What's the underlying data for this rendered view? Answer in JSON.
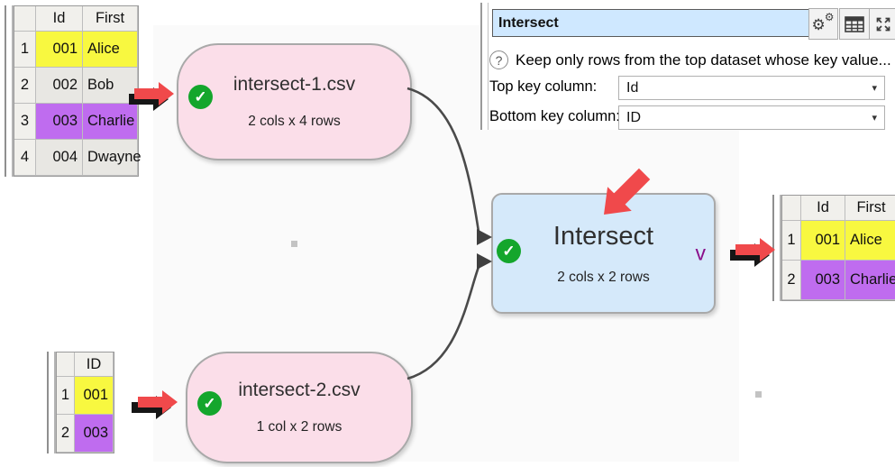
{
  "panel": {
    "title_value": "Intersect",
    "help_text": "Keep only rows from the top dataset whose key value...",
    "help_glyph": "?",
    "top_key_label": "Top key column:",
    "top_key_value": "Id",
    "bottom_key_label": "Bottom key column:",
    "bottom_key_value": "ID",
    "caret": "▾"
  },
  "nodes": {
    "source1": {
      "title": "intersect-1.csv",
      "subtitle": "2 cols x 4 rows",
      "status": "✓"
    },
    "source2": {
      "title": "intersect-2.csv",
      "subtitle": "1 col x 2 rows",
      "status": "✓"
    },
    "intersect": {
      "title": "Intersect",
      "subtitle": "2 cols x 2 rows",
      "status": "✓",
      "marker": "v"
    }
  },
  "tables": {
    "input1": {
      "headers": [
        "Id",
        "First"
      ],
      "rows": [
        {
          "n": "1",
          "id": "001",
          "first": "Alice",
          "highlight": "yellow"
        },
        {
          "n": "2",
          "id": "002",
          "first": "Bob",
          "highlight": "none"
        },
        {
          "n": "3",
          "id": "003",
          "first": "Charlie",
          "highlight": "purple"
        },
        {
          "n": "4",
          "id": "004",
          "first": "Dwayne",
          "highlight": "none"
        }
      ]
    },
    "input2": {
      "headers": [
        "ID"
      ],
      "rows": [
        {
          "n": "1",
          "id": "001",
          "highlight": "yellow"
        },
        {
          "n": "2",
          "id": "003",
          "highlight": "purple"
        }
      ]
    },
    "result": {
      "headers": [
        "Id",
        "First"
      ],
      "rows": [
        {
          "n": "1",
          "id": "001",
          "first": "Alice",
          "highlight": "yellow"
        },
        {
          "n": "2",
          "id": "003",
          "first": "Charlie",
          "highlight": "purple"
        }
      ]
    }
  },
  "colors": {
    "highlight_yellow": "#f8f840",
    "highlight_purple": "#bf6cef",
    "row_gray": "#e8e7e3",
    "node_pink": "#fbdee9",
    "node_blue": "#d5e9fa",
    "check_green": "#14a62c",
    "arrow_red": "#f0494b",
    "marker_purple": "#8a0f8a",
    "title_field_blue": "#cfe8ff",
    "canvas_bg": "#fafafa"
  }
}
